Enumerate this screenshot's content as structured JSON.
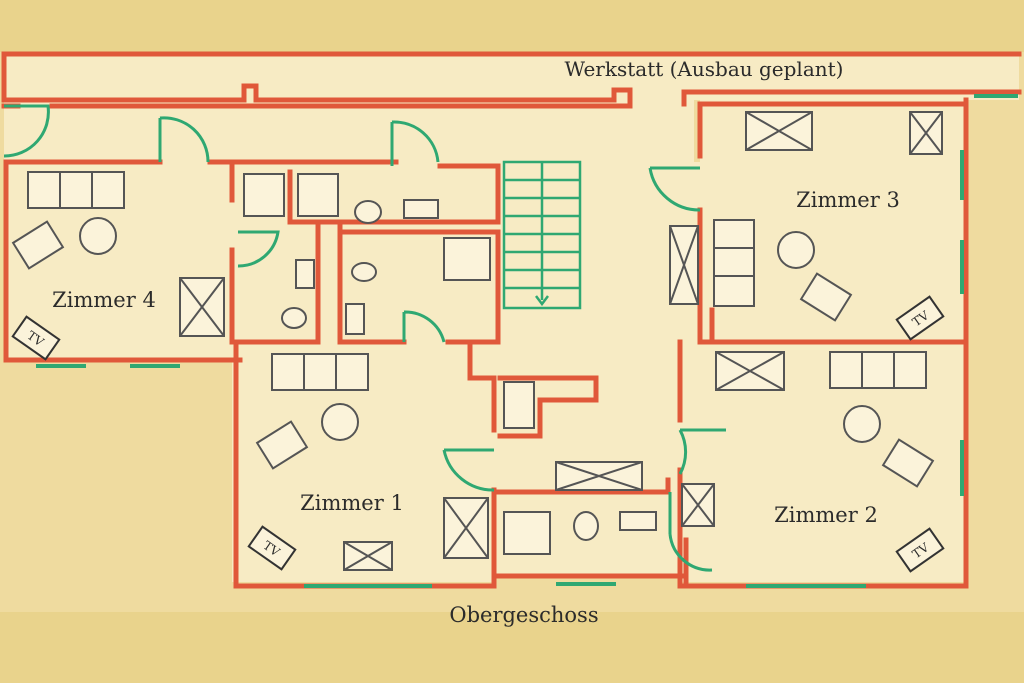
{
  "labels": {
    "top": "Werkstatt (Ausbau geplant)",
    "bottom": "Obergeschoss"
  },
  "rooms": [
    {
      "id": "zimmer-4",
      "name": "Zimmer 4"
    },
    {
      "id": "zimmer-3",
      "name": "Zimmer 3"
    },
    {
      "id": "zimmer-1",
      "name": "Zimmer 1"
    },
    {
      "id": "zimmer-2",
      "name": "Zimmer 2"
    }
  ],
  "tv_label": "TV",
  "colors": {
    "background": "#e9d38c",
    "floor": "#f7ebc4",
    "wall": "#e0583a",
    "window": "#2fa872",
    "door": "#2fa872",
    "furniture": "#555555"
  }
}
